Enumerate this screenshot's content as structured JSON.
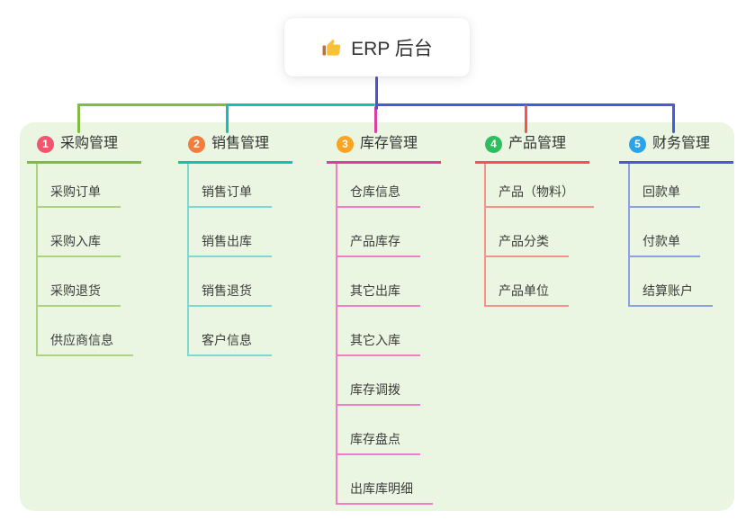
{
  "root": {
    "icon": "thumbs-up",
    "title": "ERP 后台",
    "trunk_color": "#4B55D4"
  },
  "canvas": {
    "background": "#ffffff",
    "panel_background": "#EAF6E2"
  },
  "branches": [
    {
      "number": "1",
      "label": "采购管理",
      "colors": {
        "badge": "#F2566E",
        "line": "#82BB40",
        "sub_line": "#ABD382"
      },
      "children": [
        "采购订单",
        "采购入库",
        "采购退货",
        "供应商信息"
      ]
    },
    {
      "number": "2",
      "label": "销售管理",
      "colors": {
        "badge": "#F57D3B",
        "line": "#1ABDB5",
        "sub_line": "#7DD9D2"
      },
      "children": [
        "销售订单",
        "销售出库",
        "销售退货",
        "客户信息"
      ]
    },
    {
      "number": "3",
      "label": "库存管理",
      "colors": {
        "badge": "#F9A423",
        "line": "#D83FA0",
        "sub_line": "#F07EC5"
      },
      "children": [
        "仓库信息",
        "产品库存",
        "其它出库",
        "其它入库",
        "库存调拨",
        "库存盘点",
        "出库库明细"
      ]
    },
    {
      "number": "4",
      "label": "产品管理",
      "colors": {
        "badge": "#30BD60",
        "line": "#F5544C",
        "sub_line": "#F4928C"
      },
      "children": [
        "产品（物料）",
        "产品分类",
        "产品单位"
      ]
    },
    {
      "number": "5",
      "label": "财务管理",
      "colors": {
        "badge": "#29A4EA",
        "line": "#3F5ED8",
        "sub_line": "#8BA1E6"
      },
      "children": [
        "回款单",
        "付款单",
        "结算账户"
      ]
    }
  ]
}
